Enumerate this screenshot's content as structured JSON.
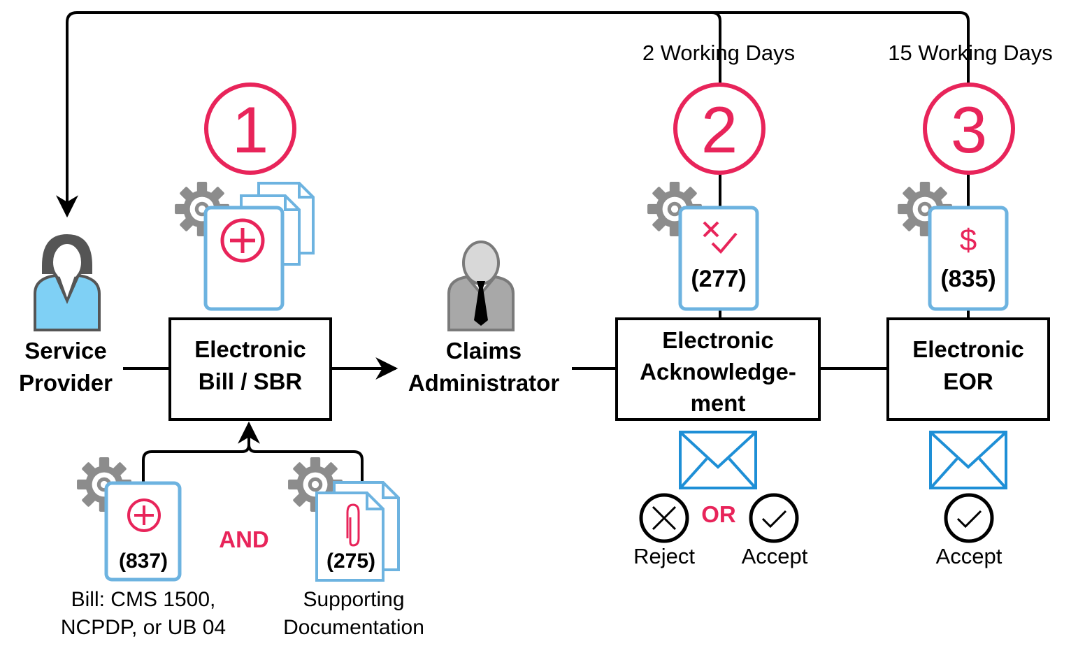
{
  "timing": {
    "days_2": "2 Working Days",
    "days_15": "15 Working Days"
  },
  "steps": {
    "step1": "1",
    "step2": "2",
    "step3": "3"
  },
  "actors": {
    "provider_line1": "Service",
    "provider_line2": "Provider",
    "admin_line1": "Claims",
    "admin_line2": "Administrator"
  },
  "boxes": {
    "bill_line1": "Electronic",
    "bill_line2": "Bill / SBR",
    "ack_line1": "Electronic",
    "ack_line2": "Acknowledge-",
    "ack_line3": "ment",
    "eor_line1": "Electronic",
    "eor_line2": "EOR"
  },
  "documents": {
    "ack_code": "(277)",
    "eor_code": "(835)",
    "eor_symbol": "$",
    "bill_code": "(837)",
    "support_code": "(275)"
  },
  "labels": {
    "and": "AND",
    "or": "OR",
    "reject": "Reject",
    "accept_ack": "Accept",
    "accept_eor": "Accept",
    "bill_desc_line1": "Bill: CMS 1500,",
    "bill_desc_line2": "NCPDP, or UB 04",
    "support_desc_line1": "Supporting",
    "support_desc_line2": "Documentation"
  },
  "colors": {
    "accent_red": "#e8245a",
    "doc_blue": "#6db3e0",
    "mail_blue": "#1e8fd6",
    "gear_gray": "#8c8c8c",
    "line_black": "#000000",
    "provider_blue": "#7fd0f5"
  },
  "icons": {
    "gear": "gear-icon",
    "document": "document-icon",
    "envelope": "envelope-icon",
    "reject": "x-circle-icon",
    "accept": "check-circle-icon",
    "paperclip": "paperclip-icon",
    "person": "person-icon"
  }
}
